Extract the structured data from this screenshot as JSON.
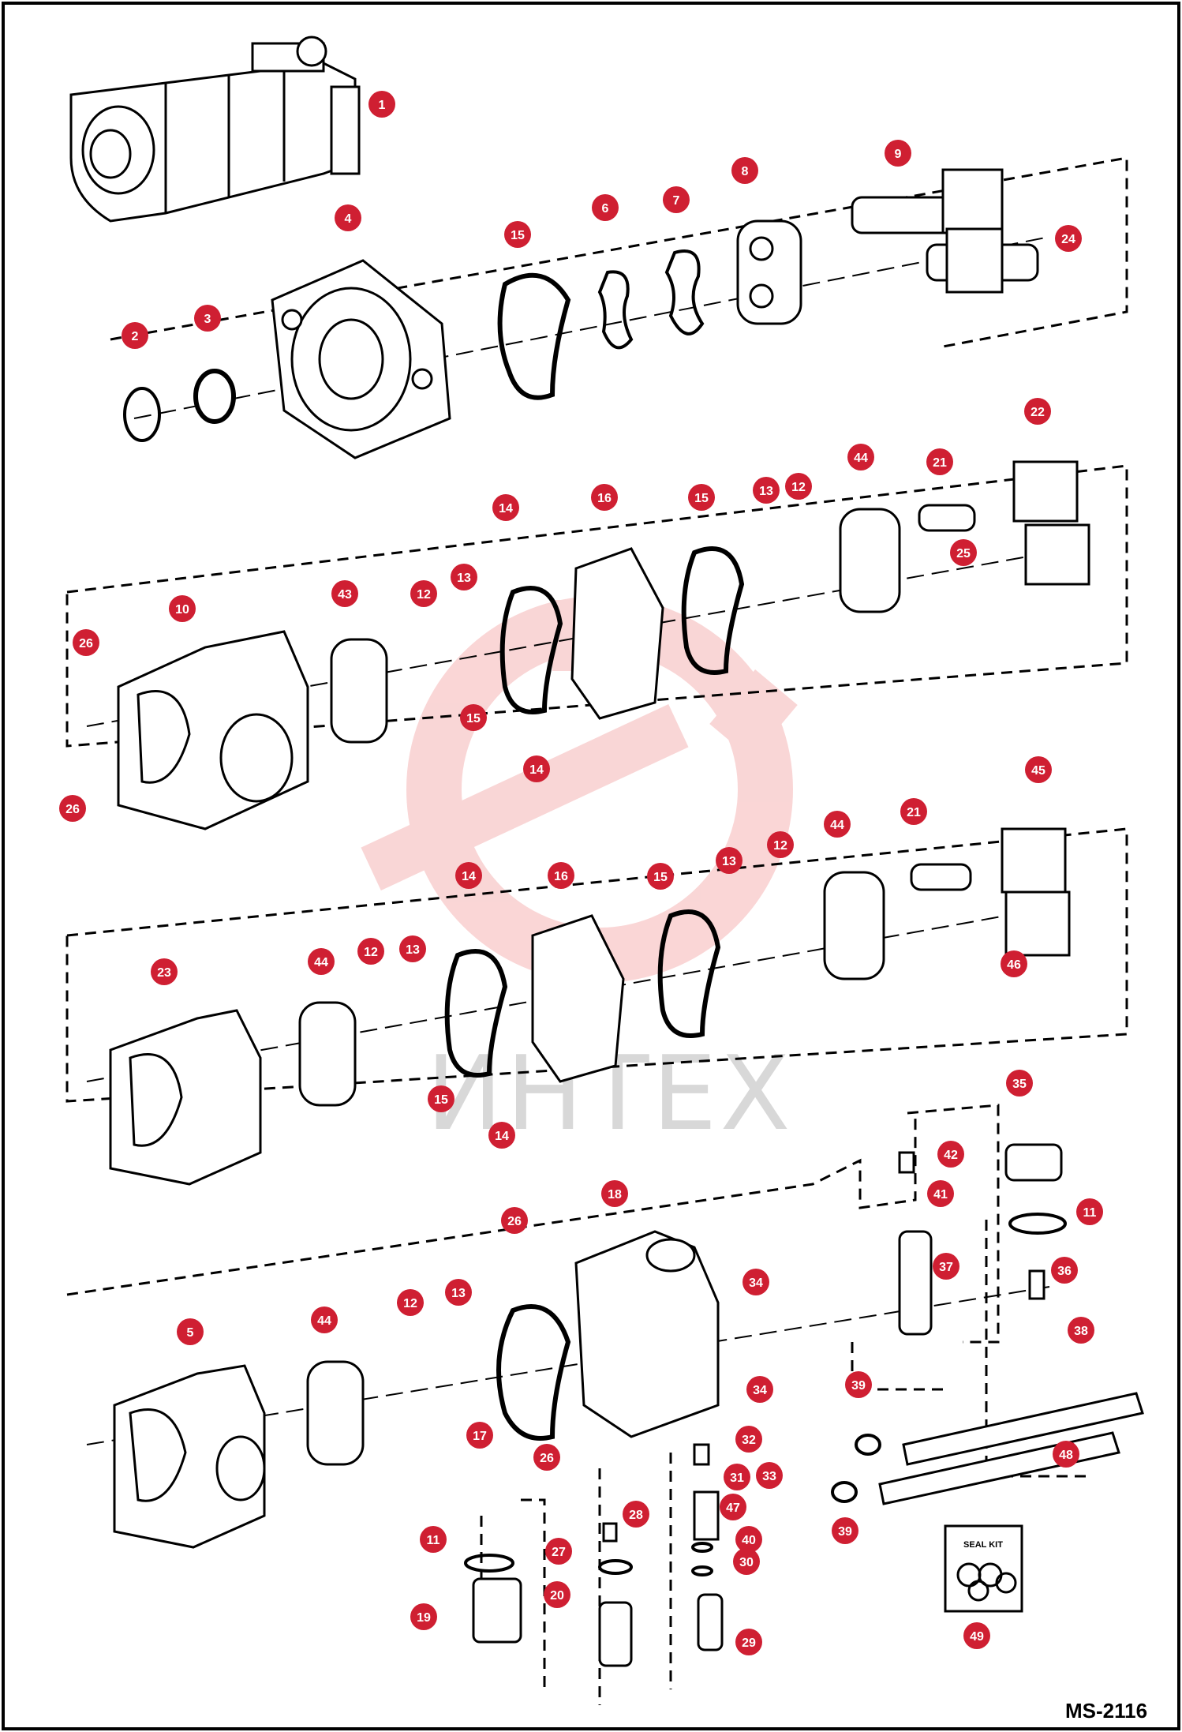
{
  "drawing_code": "MS-2116",
  "watermark_text": "ИНТЕХ",
  "seal_kit_label": "SEAL KIT",
  "colors": {
    "badge": "#cf1f32",
    "line": "#000000",
    "watermark_logo": "#f5b5b5"
  },
  "callouts": [
    {
      "num": "1"
    },
    {
      "num": "2"
    },
    {
      "num": "3"
    },
    {
      "num": "4"
    },
    {
      "num": "15"
    },
    {
      "num": "6"
    },
    {
      "num": "7"
    },
    {
      "num": "8"
    },
    {
      "num": "9"
    },
    {
      "num": "24"
    },
    {
      "num": "22"
    },
    {
      "num": "44"
    },
    {
      "num": "21"
    },
    {
      "num": "25"
    },
    {
      "num": "16"
    },
    {
      "num": "15"
    },
    {
      "num": "13"
    },
    {
      "num": "12"
    },
    {
      "num": "14"
    },
    {
      "num": "10"
    },
    {
      "num": "26"
    },
    {
      "num": "43"
    },
    {
      "num": "12"
    },
    {
      "num": "13"
    },
    {
      "num": "15"
    },
    {
      "num": "14"
    },
    {
      "num": "26"
    },
    {
      "num": "44"
    },
    {
      "num": "21"
    },
    {
      "num": "45"
    },
    {
      "num": "14"
    },
    {
      "num": "16"
    },
    {
      "num": "15"
    },
    {
      "num": "13"
    },
    {
      "num": "12"
    },
    {
      "num": "46"
    },
    {
      "num": "23"
    },
    {
      "num": "44"
    },
    {
      "num": "12"
    },
    {
      "num": "13"
    },
    {
      "num": "15"
    },
    {
      "num": "14"
    },
    {
      "num": "35"
    },
    {
      "num": "42"
    },
    {
      "num": "41"
    },
    {
      "num": "11"
    },
    {
      "num": "37"
    },
    {
      "num": "36"
    },
    {
      "num": "18"
    },
    {
      "num": "26"
    },
    {
      "num": "34"
    },
    {
      "num": "5"
    },
    {
      "num": "44"
    },
    {
      "num": "12"
    },
    {
      "num": "13"
    },
    {
      "num": "17"
    },
    {
      "num": "34"
    },
    {
      "num": "38"
    },
    {
      "num": "39"
    },
    {
      "num": "32"
    },
    {
      "num": "26"
    },
    {
      "num": "33"
    },
    {
      "num": "31"
    },
    {
      "num": "48"
    },
    {
      "num": "28"
    },
    {
      "num": "47"
    },
    {
      "num": "40"
    },
    {
      "num": "30"
    },
    {
      "num": "39"
    },
    {
      "num": "11"
    },
    {
      "num": "27"
    },
    {
      "num": "20"
    },
    {
      "num": "19"
    },
    {
      "num": "29"
    },
    {
      "num": "49"
    }
  ]
}
